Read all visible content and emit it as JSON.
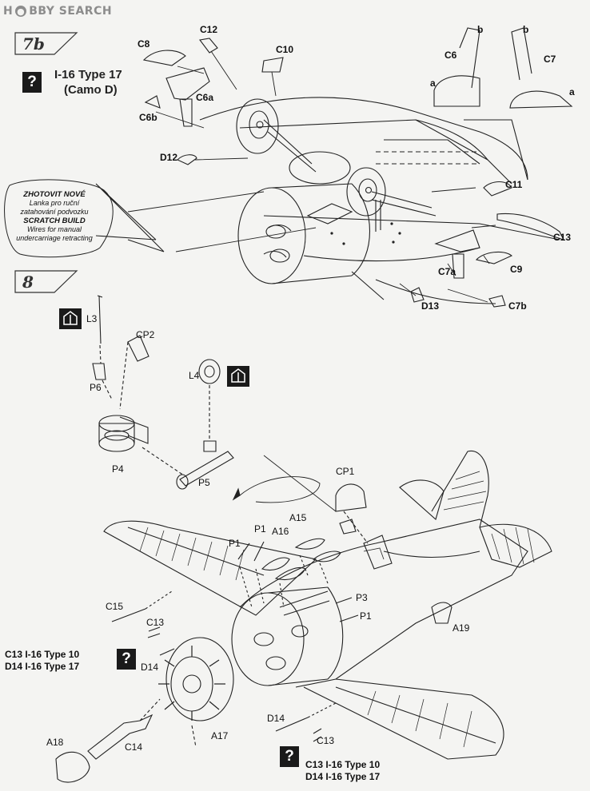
{
  "watermark": {
    "brand_a": "H",
    "brand_b": "BBY SEARCH"
  },
  "steps": [
    {
      "label": "7b"
    },
    {
      "label": "8"
    }
  ],
  "heading": {
    "title": "I-16 Type 17",
    "subtitle": "(Camo D)"
  },
  "note": {
    "cz_title": "ZHOTOVIT NOVÉ",
    "cz_line1": "Lanka pro ruční",
    "cz_line2": "zatahování podvozku",
    "en_title": "SCRATCH BUILD",
    "en_line1": "Wires for manual",
    "en_line2": "undercarriage retracting"
  },
  "variant_notes": {
    "upper": {
      "line1": "C13  I-16 Type 10",
      "line2": "D14  I-16 Type 17"
    },
    "lower": {
      "line1": "C13  I-16 Type 10",
      "line2": "D14  I-16 Type 17"
    }
  },
  "question_mark": "?",
  "labels": {
    "C12": "C12",
    "C8": "C8",
    "C10": "C10",
    "C6a": "C6a",
    "C6b": "C6b",
    "C6": "C6",
    "C7": "C7",
    "a_left": "a",
    "b_left": "b",
    "b_right": "b",
    "a_right": "a",
    "D12": "D12",
    "C11": "C11",
    "C13_top": "C13",
    "C7a": "C7a",
    "C9": "C9",
    "D13": "D13",
    "C7b": "C7b",
    "L3": "L3",
    "CP2": "CP2",
    "P6": "P6",
    "L4": "L4",
    "P4": "P4",
    "P5": "P5",
    "CP1": "CP1",
    "P1_a": "P1",
    "P1_b": "P1",
    "A16": "A16",
    "A15": "A15",
    "P3": "P3",
    "P1_c": "P1",
    "A19": "A19",
    "C15": "C15",
    "C13_mid": "C13",
    "D14_mid": "D14",
    "A17": "A17",
    "D14_low": "D14",
    "C13_low": "C13",
    "A18": "A18",
    "C14": "C14"
  }
}
